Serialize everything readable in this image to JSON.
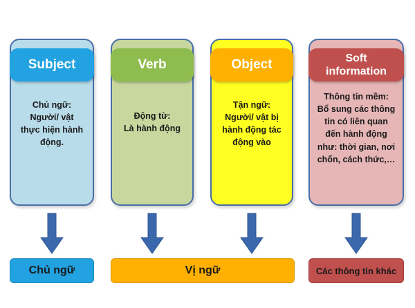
{
  "columns": [
    {
      "header": "Subject",
      "body_lines": [
        "Chủ ngữ:",
        "Người/ vật",
        "thực hiện hành",
        "động."
      ],
      "card_bg": "#b9dcea",
      "header_bg": "#22a2e0"
    },
    {
      "header": "Verb",
      "body_lines": [
        "Động từ:",
        "Là hành động"
      ],
      "card_bg": "#c7d79e",
      "header_bg": "#8fbc4e"
    },
    {
      "header": "Object",
      "body_lines": [
        "Tận ngữ:",
        "Người/ vật bị",
        "hành động tác",
        "động vào"
      ],
      "card_bg": "#ffff22",
      "header_bg": "#ffb000"
    },
    {
      "header_lines": [
        "Soft",
        "information"
      ],
      "body_lines": [
        "Thông tin mềm:",
        "Bổ sung các thông",
        "tin có liên quan",
        "đến hành động",
        "như: thời gian, nơi",
        "chốn, cách thức,…"
      ],
      "card_bg": "#e6b6b6",
      "header_bg": "#c0504d"
    }
  ],
  "bottom_labels": {
    "subject": "Chủ ngữ",
    "predicate": "Vị ngữ",
    "others": "Các thông tin khác"
  },
  "colors": {
    "card_border": "#4a6fa8",
    "arrow": "#3b68ad",
    "bottom_blue": "#22a2e0",
    "bottom_orange": "#ffb000",
    "bottom_red": "#c0504d"
  }
}
